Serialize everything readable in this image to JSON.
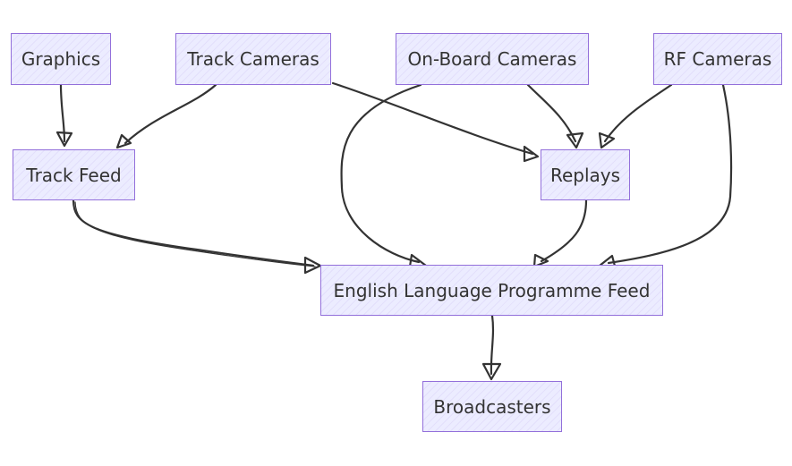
{
  "nodes": {
    "graphics": "Graphics",
    "track_cameras": "Track Cameras",
    "onboard_cameras": "On-Board Cameras",
    "rf_cameras": "RF Cameras",
    "track_feed": "Track Feed",
    "replays": "Replays",
    "english_feed": "English Language Programme Feed",
    "broadcasters": "Broadcasters"
  },
  "edges": [
    {
      "from": "Graphics",
      "to": "Track Feed"
    },
    {
      "from": "Track Cameras",
      "to": "Track Feed"
    },
    {
      "from": "Track Cameras",
      "to": "Replays"
    },
    {
      "from": "On-Board Cameras",
      "to": "Replays"
    },
    {
      "from": "On-Board Cameras",
      "to": "English Language Programme Feed"
    },
    {
      "from": "RF Cameras",
      "to": "Replays"
    },
    {
      "from": "RF Cameras",
      "to": "English Language Programme Feed"
    },
    {
      "from": "Track Feed",
      "to": "English Language Programme Feed"
    },
    {
      "from": "Replays",
      "to": "English Language Programme Feed"
    },
    {
      "from": "English Language Programme Feed",
      "to": "Broadcasters"
    }
  ],
  "colors": {
    "node_fill": "#ECECFF",
    "node_border": "#9370DB",
    "edge": "#333333",
    "text": "#333333"
  }
}
